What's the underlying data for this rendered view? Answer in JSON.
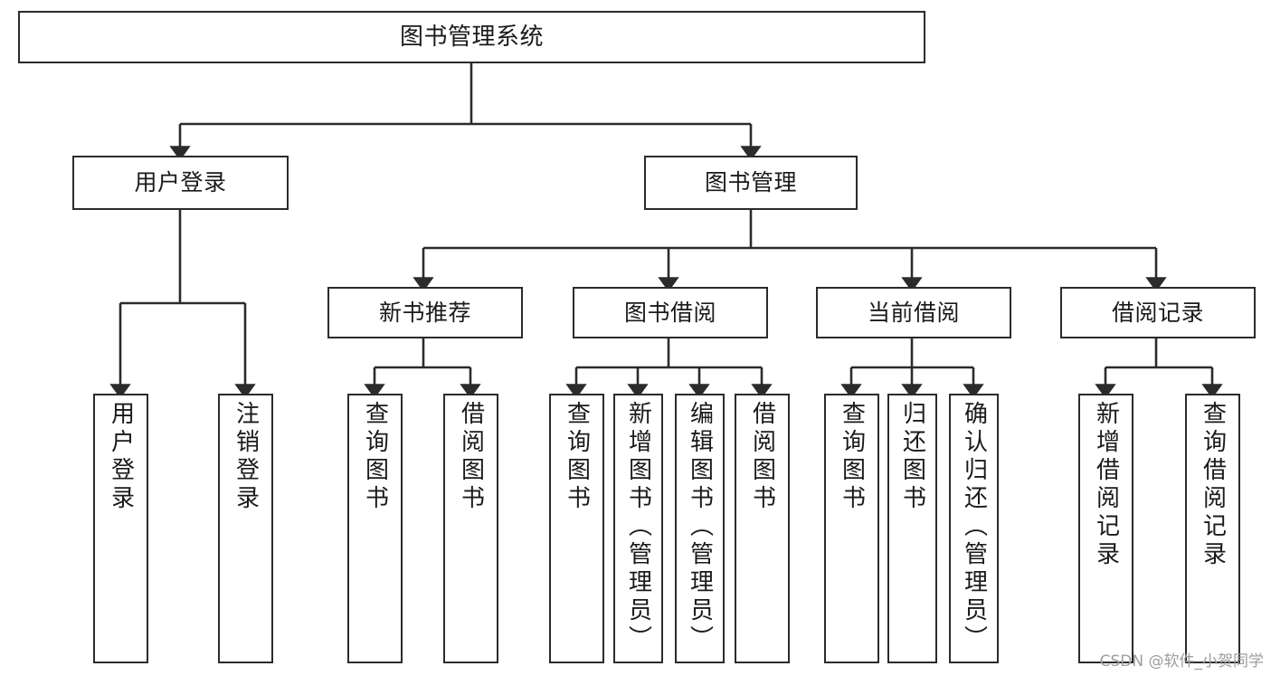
{
  "diagram": {
    "title": "图书管理系统",
    "type": "tree-hierarchy",
    "root": {
      "id": "root",
      "label": "图书管理系统"
    },
    "level2": [
      {
        "id": "user-login",
        "label": "用户登录"
      },
      {
        "id": "book-manage",
        "label": "图书管理"
      }
    ],
    "level3": [
      {
        "id": "new-book-rec",
        "label": "新书推荐",
        "parent": "book-manage"
      },
      {
        "id": "book-borrow",
        "label": "图书借阅",
        "parent": "book-manage"
      },
      {
        "id": "current-borrow",
        "label": "当前借阅",
        "parent": "book-manage"
      },
      {
        "id": "borrow-record",
        "label": "借阅记录",
        "parent": "book-manage"
      }
    ],
    "leaves": [
      {
        "id": "leaf-user-login",
        "label": "用户登录",
        "parent": "user-login"
      },
      {
        "id": "leaf-logout",
        "label": "注销登录",
        "parent": "user-login"
      },
      {
        "id": "leaf-query-book-rec",
        "label": "查询图书",
        "parent": "new-book-rec"
      },
      {
        "id": "leaf-borrow-book-rec",
        "label": "借阅图书",
        "parent": "new-book-rec"
      },
      {
        "id": "leaf-query-book-borrow",
        "label": "查询图书",
        "parent": "book-borrow"
      },
      {
        "id": "leaf-add-book",
        "label": "新增图书（管理员）",
        "parent": "book-borrow"
      },
      {
        "id": "leaf-edit-book",
        "label": "编辑图书（管理员）",
        "parent": "book-borrow"
      },
      {
        "id": "leaf-borrow-book",
        "label": "借阅图书",
        "parent": "book-borrow"
      },
      {
        "id": "leaf-query-book-cur",
        "label": "查询图书",
        "parent": "current-borrow"
      },
      {
        "id": "leaf-return-book",
        "label": "归还图书",
        "parent": "current-borrow"
      },
      {
        "id": "leaf-confirm-return",
        "label": "确认归还（管理员）",
        "parent": "current-borrow"
      },
      {
        "id": "leaf-add-record",
        "label": "新增借阅记录",
        "parent": "borrow-record"
      },
      {
        "id": "leaf-query-record",
        "label": "查询借阅记录",
        "parent": "borrow-record"
      }
    ],
    "colors": {
      "node_border": "#2b2b2b",
      "node_fill": "#ffffff",
      "edge": "#2b2b2b",
      "text": "#1a1a1a",
      "watermark": "#9d9d9d",
      "canvas": "#ffffff"
    }
  },
  "watermark": {
    "text": "CSDN @软件_小贺同学"
  }
}
